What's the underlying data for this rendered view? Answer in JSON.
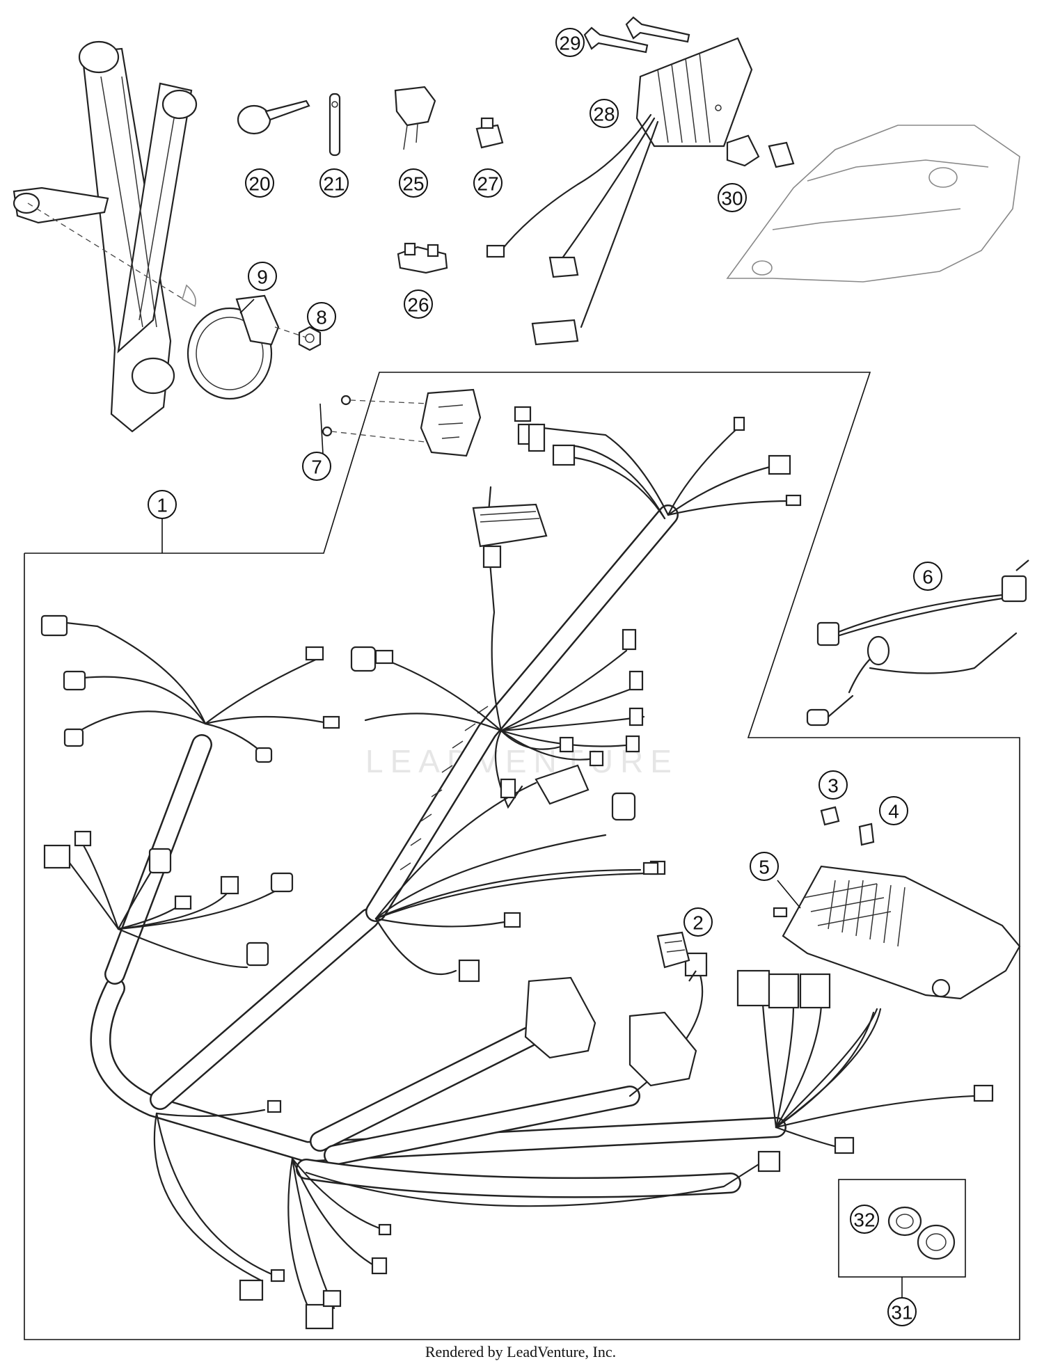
{
  "callouts": [
    {
      "id": "20",
      "label": "20"
    },
    {
      "id": "21",
      "label": "21"
    },
    {
      "id": "25",
      "label": "25"
    },
    {
      "id": "27",
      "label": "27"
    },
    {
      "id": "29",
      "label": "29"
    },
    {
      "id": "28",
      "label": "28"
    },
    {
      "id": "30",
      "label": "30"
    },
    {
      "id": "26",
      "label": "26"
    },
    {
      "id": "9",
      "label": "9"
    },
    {
      "id": "8",
      "label": "8"
    },
    {
      "id": "7",
      "label": "7"
    },
    {
      "id": "1",
      "label": "1"
    },
    {
      "id": "6",
      "label": "6"
    },
    {
      "id": "3",
      "label": "3"
    },
    {
      "id": "4",
      "label": "4"
    },
    {
      "id": "5",
      "label": "5"
    },
    {
      "id": "2",
      "label": "2"
    },
    {
      "id": "32",
      "label": "32"
    },
    {
      "id": "31",
      "label": "31"
    }
  ],
  "watermark": "LEADVENTURE",
  "credit": "Rendered by LeadVenture, Inc."
}
